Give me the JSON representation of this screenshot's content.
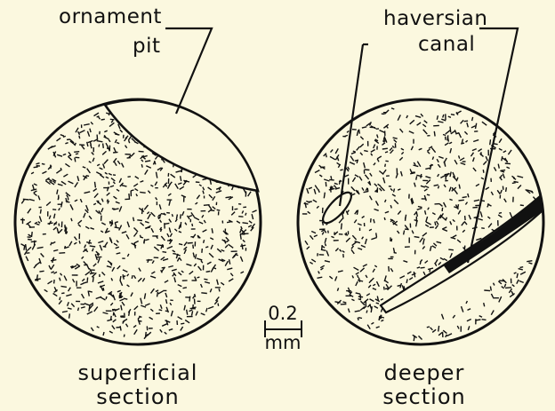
{
  "labels": {
    "ornament_line1": "ornament",
    "ornament_line2": "pit",
    "haversian_line1": "haversian",
    "haversian_line2": "canal"
  },
  "scale_bar": {
    "value": "0.2",
    "unit": "mm"
  },
  "captions": {
    "left_line1": "superficial",
    "left_line2": "section",
    "right_line1": "deeper",
    "right_line2": "section"
  },
  "colors": {
    "background": "#fbf8df",
    "ink": "#111111"
  }
}
